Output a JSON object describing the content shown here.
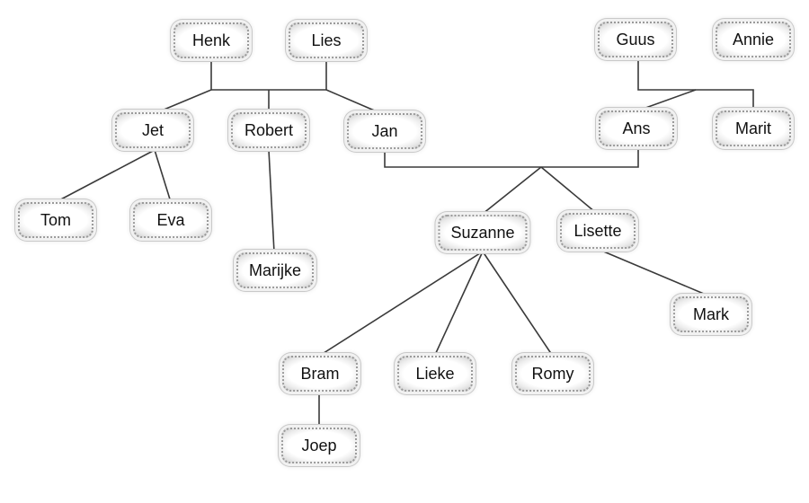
{
  "nodes": {
    "henk": "Henk",
    "lies": "Lies",
    "guus": "Guus",
    "annie": "Annie",
    "jet": "Jet",
    "robert": "Robert",
    "jan": "Jan",
    "ans": "Ans",
    "marit": "Marit",
    "tom": "Tom",
    "eva": "Eva",
    "suzanne": "Suzanne",
    "lisette": "Lisette",
    "marijke": "Marijke",
    "mark": "Mark",
    "bram": "Bram",
    "lieke": "Lieke",
    "romy": "Romy",
    "joep": "Joep"
  },
  "colors": {
    "line": "#3a3a3a",
    "background": "#ffffff"
  }
}
